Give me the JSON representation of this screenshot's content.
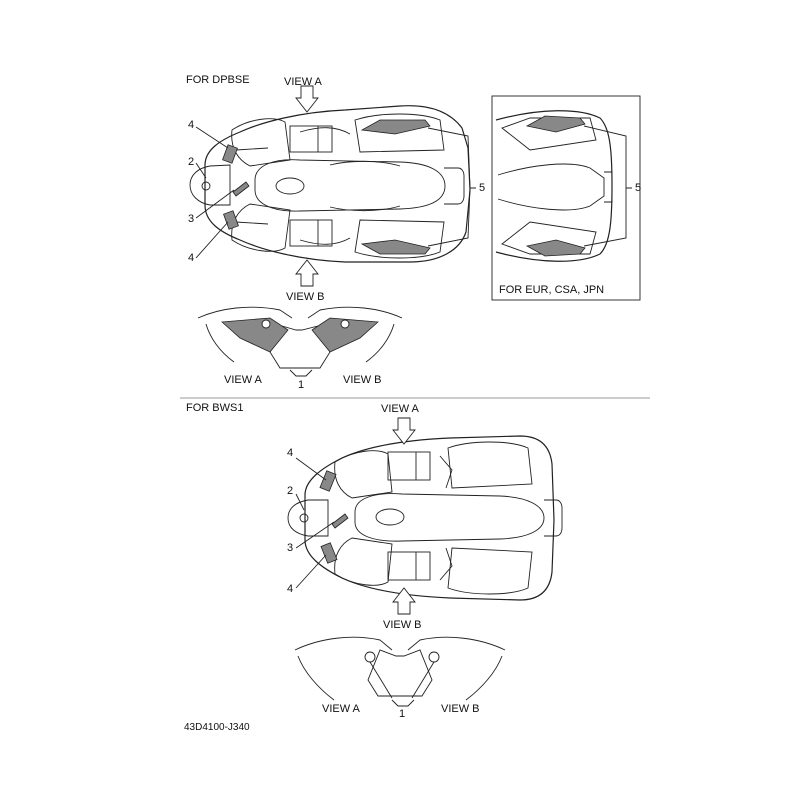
{
  "top_section": {
    "heading": "FOR DPBSE",
    "view_a": "VIEW A",
    "view_b": "VIEW B",
    "callouts": [
      "4",
      "2",
      "3",
      "4",
      "5"
    ],
    "inset": {
      "caption": "FOR EUR, CSA, JPN",
      "callout": "5"
    },
    "detail": {
      "view_a": "VIEW A",
      "view_b": "VIEW B",
      "callout": "1"
    }
  },
  "bottom_section": {
    "heading": "FOR BWS1",
    "view_a": "VIEW A",
    "view_b": "VIEW B",
    "callouts": [
      "4",
      "2",
      "3",
      "4"
    ],
    "detail": {
      "view_a": "VIEW A",
      "view_b": "VIEW B",
      "callout": "1"
    }
  },
  "figure_code": "43D4100-J340"
}
